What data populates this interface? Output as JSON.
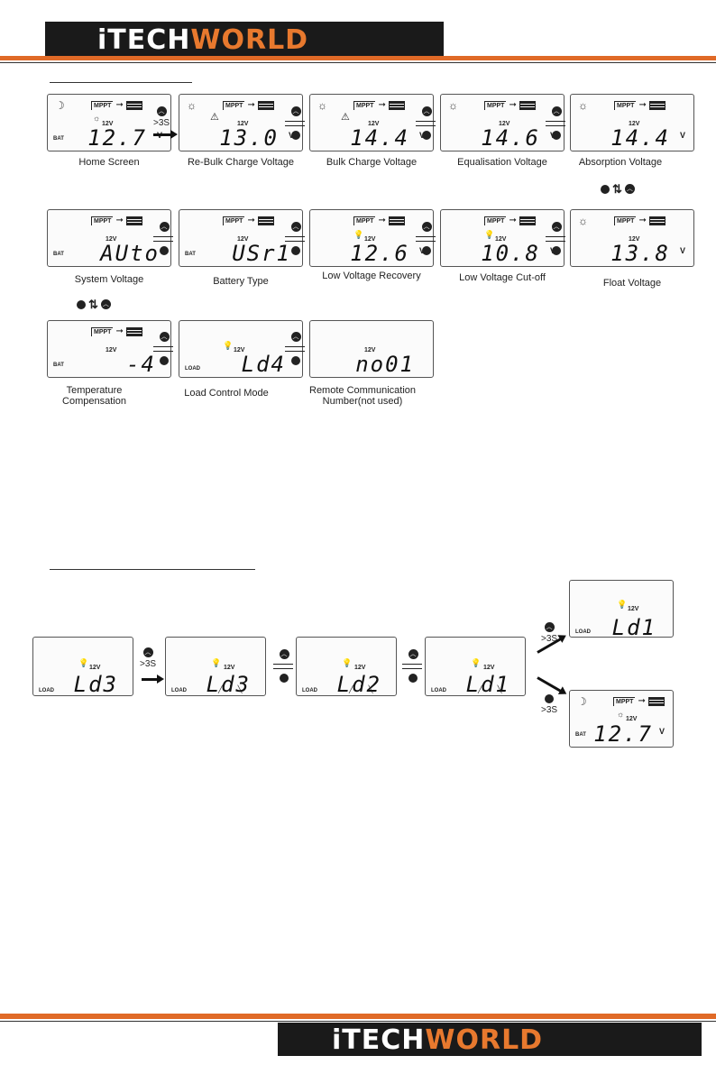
{
  "brand": {
    "prefix": "iTECH",
    "suffix": "WORLD",
    "accent": "#e8792e",
    "dark": "#1a1a1a"
  },
  "common": {
    "system_label": "12V",
    "unit": "V",
    "bat_label": "BAT",
    "load_label": "LOAD",
    "mppt_label": "MPPT",
    "hold": ">3S"
  },
  "settings_screens": [
    {
      "label": "Home Screen",
      "value": "12.7"
    },
    {
      "label": "Re-Bulk Charge Voltage",
      "value": "13.0"
    },
    {
      "label": "Bulk Charge Voltage",
      "value": "14.4"
    },
    {
      "label": "Equalisation Voltage",
      "value": "14.6"
    },
    {
      "label": "Absorption Voltage",
      "value": "14.4"
    },
    {
      "label": "System Voltage",
      "value": "AUto"
    },
    {
      "label": "Battery Type",
      "value": "USr1"
    },
    {
      "label": "Low Voltage Recovery",
      "value": "12.6"
    },
    {
      "label": "Low Voltage Cut-off",
      "value": "10.8"
    },
    {
      "label": "Float Voltage",
      "value": "13.8"
    },
    {
      "label": "Temperature Compensation",
      "value": "-4"
    },
    {
      "label": "Load Control Mode",
      "value": "Ld4"
    },
    {
      "label": "Remote Communication Number(not used)",
      "value": "no01"
    }
  ],
  "load_screens": [
    {
      "value": "Ld3"
    },
    {
      "value": "Ld3"
    },
    {
      "value": "Ld2"
    },
    {
      "value": "Ld1"
    },
    {
      "value": "Ld1"
    },
    {
      "value": "12.7"
    }
  ],
  "icons": [
    "sun-icon",
    "moon-icon",
    "mppt-icon",
    "battery-icon",
    "bulb-icon",
    "warning-icon",
    "up-button-icon",
    "set-button-icon",
    "swap-arrow-icon",
    "right-arrow-icon"
  ]
}
